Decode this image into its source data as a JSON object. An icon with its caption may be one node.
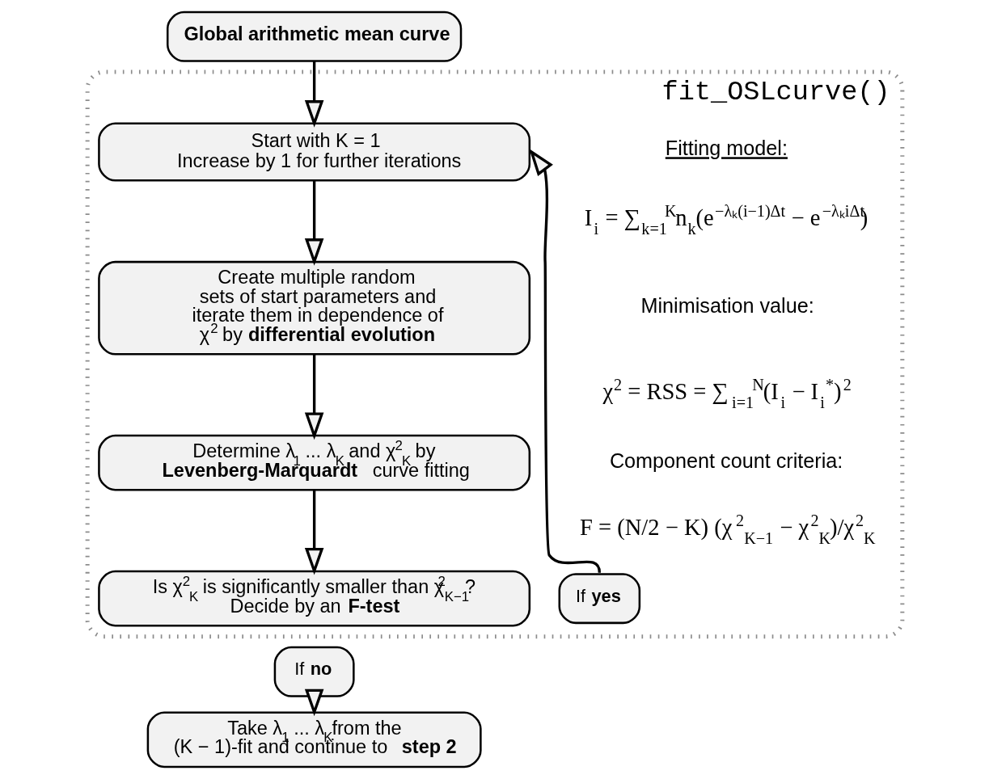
{
  "diagram": {
    "nodes": [
      {
        "text": [
          "Global arithmetic mean curve"
        ]
      },
      {
        "text": [
          "fit_OSLcurve()"
        ]
      },
      {
        "text": [
          "Start with K = 1",
          "Increase by 1 for further iterations"
        ],
        "in": 1
      },
      {
        "text": [
          "Create multiple random sets of start parameters and iterate them in dependence of χ$^{2}$ by **differential evolution**"
        ],
        "in": 1
      },
      {
        "text": [
          "Determine λ$_{1}$ ... λ$_{K}$ and χ$^{2}$$_{K}$ by **Levenberg-Marquardt** curve fitting"
        ],
        "in": 1
      },
      {
        "text": [
          "Is χ$^{2}$$_{K}$ is significantly smaller than χ$^{2}$$_{K−1}$?",
          "Decide by an **F-test**"
        ],
        "in": 1
      },
      {
        "text": [
          "If **yes**"
        ],
        "in": 1
      },
      {
        "text": [
          "If **no**"
        ]
      },
      {
        "text": [
          "Take λ$_{1}$ ... λ$_{K}$from the (K − 1)-fit and continue to **step 2**"
        ]
      }
    ],
    "edges": [
      {
        "from": 0,
        "to": 2,
        "arrow": "to"
      },
      {
        "from": 2,
        "to": 3,
        "arrow": "to"
      },
      {
        "from": 3,
        "to": 4,
        "arrow": "to"
      },
      {
        "from": 4,
        "to": 5,
        "arrow": "to"
      },
      {
        "from": 6,
        "to": 2,
        "arrow": "to"
      },
      {
        "from": 7,
        "to": 8,
        "arrow": "to"
      }
    ],
    "labels": [
      "Fitting model:",
      "I$_{i}$ = ∑$_{k=1}$$^{K}$n$_{k}$(e$^{−λₖ(i−1)Δt}$ − e$^{−λₖiΔt}$)",
      "Minimisation value:",
      "χ$^{2}$ = RSS = ∑$_{i=1}$$^{N}$(I$_{i}$ − I$_{i}$$^{*}$)$^{2}$",
      "Component count criteria:",
      "F = (N/2 − K) (χ$^{2}$$_{K−1}$ − χ$^{2}$$_{K}$)/χ$^{2}$$_{K}$"
    ]
  }
}
